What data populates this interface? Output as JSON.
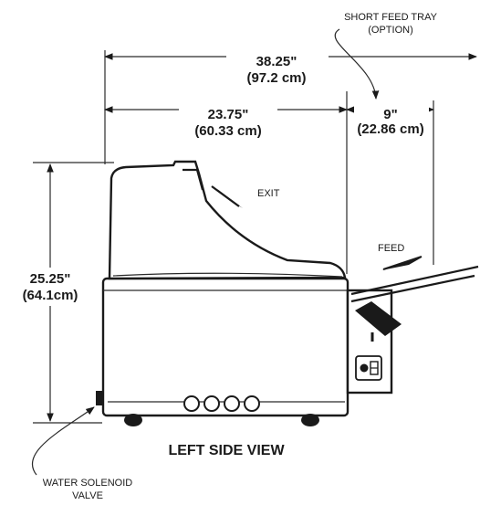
{
  "callouts": {
    "short_feed_tray": "SHORT FEED TRAY",
    "short_feed_tray_sub": "(OPTION)",
    "exit": "EXIT",
    "feed": "FEED",
    "water_solenoid": "WATER SOLENOID",
    "water_solenoid_sub": "VALVE"
  },
  "dimensions": {
    "overall_length_in": "38.25\"",
    "overall_length_cm": "(97.2 cm)",
    "body_length_in": "23.75\"",
    "body_length_cm": "(60.33 cm)",
    "tray_length_in": "9\"",
    "tray_length_cm": "(22.86 cm)",
    "height_in": "25.25\"",
    "height_cm": "(64.1cm)"
  },
  "view_title": "LEFT SIDE VIEW"
}
